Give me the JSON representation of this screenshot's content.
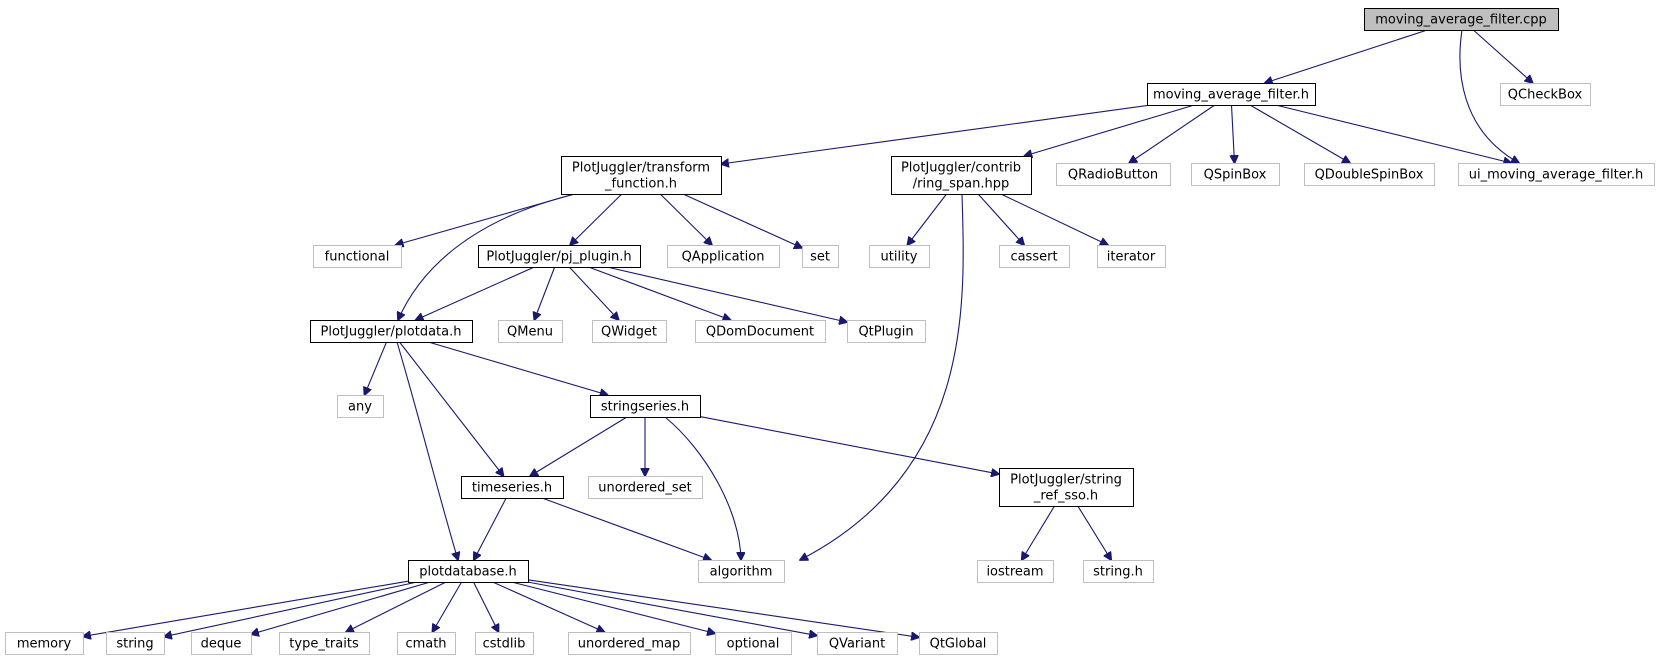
{
  "graph": {
    "title": "",
    "colors": {
      "edge": "#191970",
      "main_fill": "#bfbfbf",
      "doc_border": "#000000",
      "ext_border": "#bfbfbf"
    },
    "nodes": [
      {
        "id": "maf_cpp",
        "lines": [
          "moving_average_filter.cpp"
        ],
        "kind": "main"
      },
      {
        "id": "maf_h",
        "lines": [
          "moving_average_filter.h"
        ],
        "kind": "doc"
      },
      {
        "id": "qcheckbox",
        "lines": [
          "QCheckBox"
        ],
        "kind": "ext"
      },
      {
        "id": "tf_h",
        "lines": [
          "PlotJuggler/transform",
          "_function.h"
        ],
        "kind": "doc"
      },
      {
        "id": "ring_span",
        "lines": [
          "PlotJuggler/contrib",
          "/ring_span.hpp"
        ],
        "kind": "doc"
      },
      {
        "id": "qradio",
        "lines": [
          "QRadioButton"
        ],
        "kind": "ext"
      },
      {
        "id": "qspin",
        "lines": [
          "QSpinBox"
        ],
        "kind": "ext"
      },
      {
        "id": "qdspin",
        "lines": [
          "QDoubleSpinBox"
        ],
        "kind": "ext"
      },
      {
        "id": "ui_maf",
        "lines": [
          "ui_moving_average_filter.h"
        ],
        "kind": "ext"
      },
      {
        "id": "functional",
        "lines": [
          "functional"
        ],
        "kind": "ext"
      },
      {
        "id": "pj_plugin",
        "lines": [
          "PlotJuggler/pj_plugin.h"
        ],
        "kind": "doc"
      },
      {
        "id": "qapp",
        "lines": [
          "QApplication"
        ],
        "kind": "ext"
      },
      {
        "id": "set",
        "lines": [
          "set"
        ],
        "kind": "ext"
      },
      {
        "id": "utility",
        "lines": [
          "utility"
        ],
        "kind": "ext"
      },
      {
        "id": "cassert",
        "lines": [
          "cassert"
        ],
        "kind": "ext"
      },
      {
        "id": "iterator",
        "lines": [
          "iterator"
        ],
        "kind": "ext"
      },
      {
        "id": "plotdata",
        "lines": [
          "PlotJuggler/plotdata.h"
        ],
        "kind": "doc"
      },
      {
        "id": "qmenu",
        "lines": [
          "QMenu"
        ],
        "kind": "ext"
      },
      {
        "id": "qwidget",
        "lines": [
          "QWidget"
        ],
        "kind": "ext"
      },
      {
        "id": "qdom",
        "lines": [
          "QDomDocument"
        ],
        "kind": "ext"
      },
      {
        "id": "qtplugin",
        "lines": [
          "QtPlugin"
        ],
        "kind": "ext"
      },
      {
        "id": "any",
        "lines": [
          "any"
        ],
        "kind": "ext"
      },
      {
        "id": "stringseries",
        "lines": [
          "stringseries.h"
        ],
        "kind": "doc"
      },
      {
        "id": "timeseries",
        "lines": [
          "timeseries.h"
        ],
        "kind": "doc"
      },
      {
        "id": "unordered_set",
        "lines": [
          "unordered_set"
        ],
        "kind": "ext"
      },
      {
        "id": "string_ref",
        "lines": [
          "PlotJuggler/string",
          "_ref_sso.h"
        ],
        "kind": "doc"
      },
      {
        "id": "plotdatabase",
        "lines": [
          "plotdatabase.h"
        ],
        "kind": "doc"
      },
      {
        "id": "algorithm",
        "lines": [
          "algorithm"
        ],
        "kind": "ext"
      },
      {
        "id": "iostream",
        "lines": [
          "iostream"
        ],
        "kind": "ext"
      },
      {
        "id": "string_h",
        "lines": [
          "string.h"
        ],
        "kind": "ext"
      },
      {
        "id": "memory",
        "lines": [
          "memory"
        ],
        "kind": "ext"
      },
      {
        "id": "string",
        "lines": [
          "string"
        ],
        "kind": "ext"
      },
      {
        "id": "deque",
        "lines": [
          "deque"
        ],
        "kind": "ext"
      },
      {
        "id": "type_traits",
        "lines": [
          "type_traits"
        ],
        "kind": "ext"
      },
      {
        "id": "cmath",
        "lines": [
          "cmath"
        ],
        "kind": "ext"
      },
      {
        "id": "cstdlib",
        "lines": [
          "cstdlib"
        ],
        "kind": "ext"
      },
      {
        "id": "unordered_map",
        "lines": [
          "unordered_map"
        ],
        "kind": "ext"
      },
      {
        "id": "optional",
        "lines": [
          "optional"
        ],
        "kind": "ext"
      },
      {
        "id": "qvariant",
        "lines": [
          "QVariant"
        ],
        "kind": "ext"
      },
      {
        "id": "qtglobal",
        "lines": [
          "QtGlobal"
        ],
        "kind": "ext"
      }
    ],
    "edges": [
      [
        "maf_cpp",
        "maf_h"
      ],
      [
        "maf_cpp",
        "qcheckbox"
      ],
      [
        "maf_cpp",
        "ui_maf"
      ],
      [
        "maf_h",
        "tf_h"
      ],
      [
        "maf_h",
        "ring_span"
      ],
      [
        "maf_h",
        "qradio"
      ],
      [
        "maf_h",
        "qspin"
      ],
      [
        "maf_h",
        "qdspin"
      ],
      [
        "maf_h",
        "ui_maf"
      ],
      [
        "tf_h",
        "functional"
      ],
      [
        "tf_h",
        "pj_plugin"
      ],
      [
        "tf_h",
        "qapp"
      ],
      [
        "tf_h",
        "set"
      ],
      [
        "tf_h",
        "plotdata"
      ],
      [
        "ring_span",
        "utility"
      ],
      [
        "ring_span",
        "cassert"
      ],
      [
        "ring_span",
        "iterator"
      ],
      [
        "ring_span",
        "algorithm"
      ],
      [
        "pj_plugin",
        "plotdata"
      ],
      [
        "pj_plugin",
        "qmenu"
      ],
      [
        "pj_plugin",
        "qwidget"
      ],
      [
        "pj_plugin",
        "qdom"
      ],
      [
        "pj_plugin",
        "qtplugin"
      ],
      [
        "plotdata",
        "any"
      ],
      [
        "plotdata",
        "stringseries"
      ],
      [
        "plotdata",
        "timeseries"
      ],
      [
        "plotdata",
        "plotdatabase"
      ],
      [
        "stringseries",
        "timeseries"
      ],
      [
        "stringseries",
        "unordered_set"
      ],
      [
        "stringseries",
        "algorithm"
      ],
      [
        "stringseries",
        "string_ref"
      ],
      [
        "timeseries",
        "plotdatabase"
      ],
      [
        "timeseries",
        "algorithm"
      ],
      [
        "string_ref",
        "iostream"
      ],
      [
        "string_ref",
        "string_h"
      ],
      [
        "plotdatabase",
        "memory"
      ],
      [
        "plotdatabase",
        "string"
      ],
      [
        "plotdatabase",
        "deque"
      ],
      [
        "plotdatabase",
        "type_traits"
      ],
      [
        "plotdatabase",
        "cmath"
      ],
      [
        "plotdatabase",
        "cstdlib"
      ],
      [
        "plotdatabase",
        "unordered_map"
      ],
      [
        "plotdatabase",
        "optional"
      ],
      [
        "plotdatabase",
        "qvariant"
      ],
      [
        "plotdatabase",
        "qtglobal"
      ]
    ]
  }
}
